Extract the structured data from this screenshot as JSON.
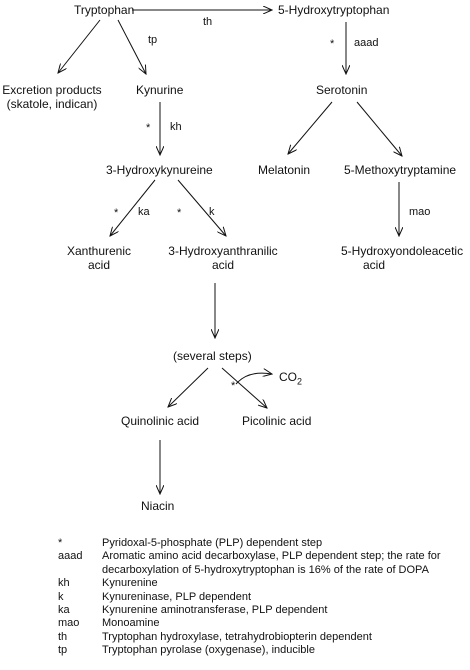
{
  "nodes": {
    "tryptophan": "Tryptophan",
    "hydroxytryptophan": "5-Hydroxytryptophan",
    "excretion_line1": "Excretion products",
    "excretion_line2": "(skatole, indican)",
    "kynurine": "Kynurine",
    "serotonin": "Serotonin",
    "hydroxykynureine": "3-Hydroxykynureine",
    "melatonin": "Melatonin",
    "methoxytryptamine": "5-Methoxytryptamine",
    "xanthurenic_line1": "Xanthurenic",
    "xanthurenic_line2": "acid",
    "hydroxyanthranilic_line1": "3-Hydroxyanthranilic",
    "hydroxyanthranilic_line2": "acid",
    "hydroxyondoleacetic_line1": "5-Hydroxyondoleacetic",
    "hydroxyondoleacetic_line2": "acid",
    "several_steps": "(several steps)",
    "co2": "CO",
    "co2_sub": "2",
    "quinolinic": "Quinolinic acid",
    "picolinic": "Picolinic acid",
    "niacin": "Niacin"
  },
  "enzyme_labels": {
    "th": "th",
    "tp": "tp",
    "aaad": "aaad",
    "kh": "kh",
    "ka": "ka",
    "k": "k",
    "mao": "mao"
  },
  "plp_marker": "*",
  "legend": [
    {
      "abbr": "*",
      "desc": "Pyridoxal-5-phosphate (PLP) dependent step"
    },
    {
      "abbr": "aaad",
      "desc": "Aromatic amino acid decarboxylase, PLP dependent step; the rate for decarboxylation of 5-hydroxytryptophan is 16% of the rate of DOPA"
    },
    {
      "abbr": "kh",
      "desc": "Kynurenine"
    },
    {
      "abbr": "k",
      "desc": "Kynureninase, PLP dependent"
    },
    {
      "abbr": "ka",
      "desc": "Kynurenine aminotransferase, PLP dependent"
    },
    {
      "abbr": "mao",
      "desc": "Monoamine"
    },
    {
      "abbr": "th",
      "desc": "Tryptophan hydroxylase, tetrahydrobiopterin dependent"
    },
    {
      "abbr": "tp",
      "desc": "Tryptophan pyrolase (oxygenase), inducible"
    }
  ]
}
